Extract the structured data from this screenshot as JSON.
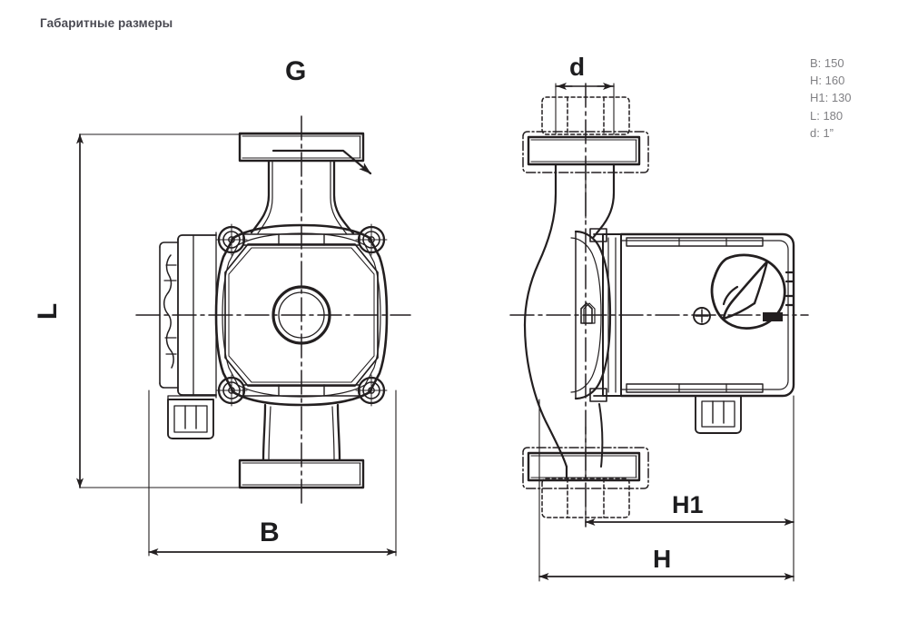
{
  "page": {
    "title": "Габаритные размеры",
    "background_color": "#ffffff",
    "line_color": "#231f20",
    "title_color": "#4a4a52",
    "spec_color": "#808084"
  },
  "specs": [
    {
      "key": "B",
      "value": "150",
      "text": "B: 150"
    },
    {
      "key": "H",
      "value": "160",
      "text": "H: 160"
    },
    {
      "key": "H1",
      "value": "130",
      "text": "H1: 130"
    },
    {
      "key": "L",
      "value": "180",
      "text": "L: 180"
    },
    {
      "key": "d",
      "value": "1”",
      "text": "d: 1”"
    }
  ],
  "dimension_labels": {
    "G": "G",
    "L": "L",
    "B": "B",
    "d": "d",
    "H1": "H1",
    "H": "H"
  },
  "views": {
    "front": {
      "name": "front-view",
      "dimensions_shown": [
        "L",
        "B",
        "G"
      ]
    },
    "side": {
      "name": "side-view",
      "dimensions_shown": [
        "d",
        "H1",
        "H"
      ]
    }
  }
}
